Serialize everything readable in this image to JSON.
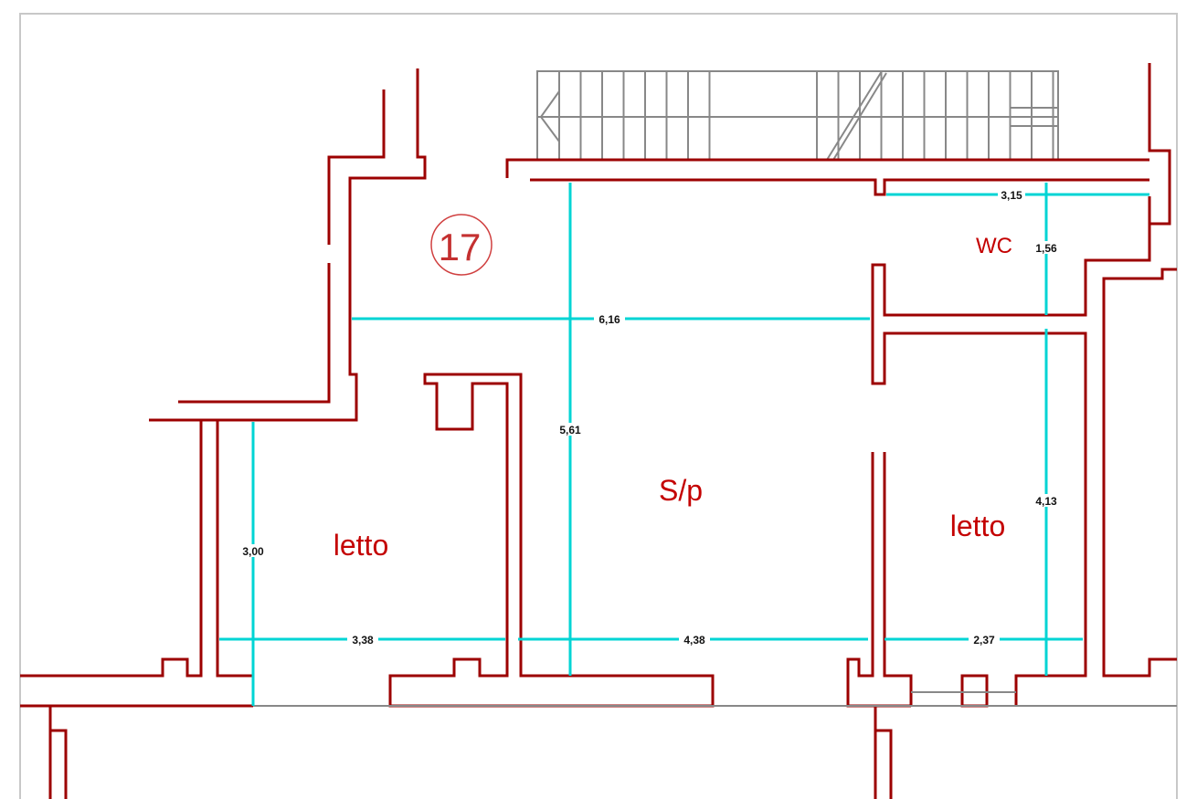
{
  "plan": {
    "unit_number": "17",
    "rooms": {
      "wc": "WC",
      "living": "S/p",
      "bedroom_left": "letto",
      "bedroom_right": "letto"
    },
    "dimensions": {
      "wc_width": "3,15",
      "wc_depth": "1,56",
      "corridor_width": "6,16",
      "living_depth": "5,61",
      "bedroom_right_depth": "4,13",
      "bedroom_left_depth": "3,00",
      "bedroom_left_width": "3,38",
      "living_width": "4,38",
      "bedroom_right_width": "2,37"
    },
    "colors": {
      "wall": "#9c0000",
      "dimension": "#00d4d4",
      "label": "#c40000"
    }
  }
}
